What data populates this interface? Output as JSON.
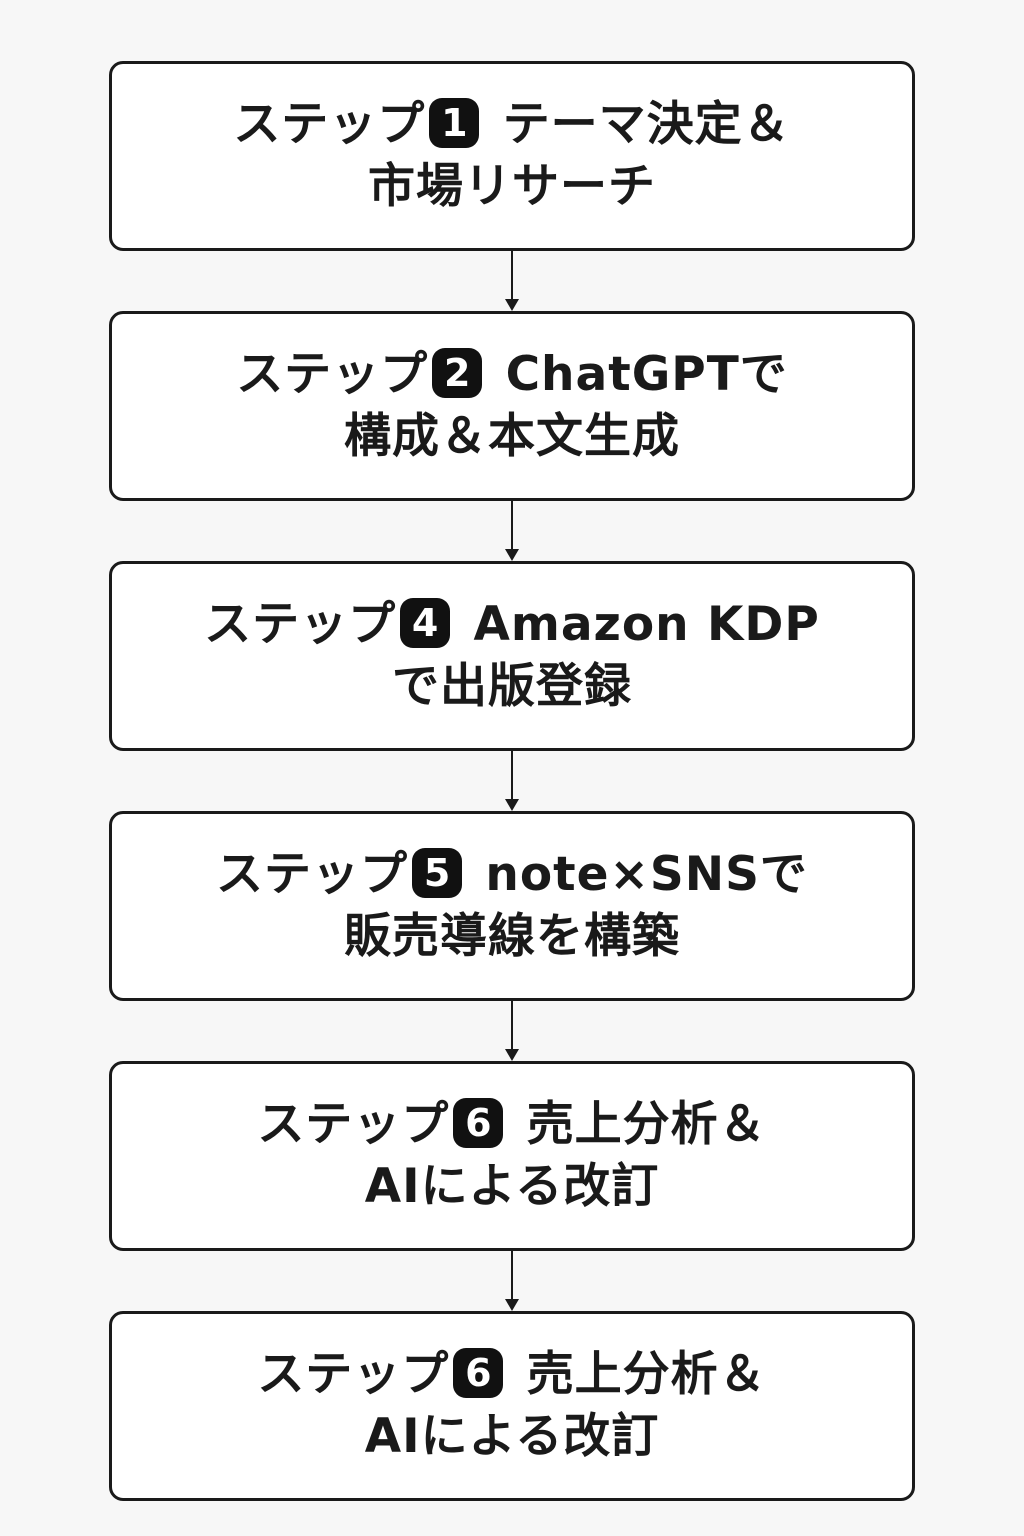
{
  "steps": [
    {
      "prefix": "ステップ",
      "number": "1",
      "title": "テーマ決定＆",
      "line2": "市場リサーチ"
    },
    {
      "prefix": "ステップ",
      "number": "2",
      "title": "ChatGPTで",
      "line2": "構成＆本文生成"
    },
    {
      "prefix": "ステップ",
      "number": "4",
      "title": "Amazon KDP",
      "line2": "で出版登録"
    },
    {
      "prefix": "ステップ",
      "number": "5",
      "title": "note×SNSで",
      "line2": "販売導線を構築"
    },
    {
      "prefix": "ステップ",
      "number": "6",
      "title": "売上分析＆",
      "line2": "AIによる改訂"
    },
    {
      "prefix": "ステップ",
      "number": "6",
      "title": "売上分析＆",
      "line2": "AIによる改訂"
    }
  ],
  "colors": {
    "border": "#1a1a1a",
    "badge_bg": "#111111",
    "badge_text": "#ffffff",
    "box_bg": "#ffffff",
    "page_bg": "#f7f7f7"
  }
}
